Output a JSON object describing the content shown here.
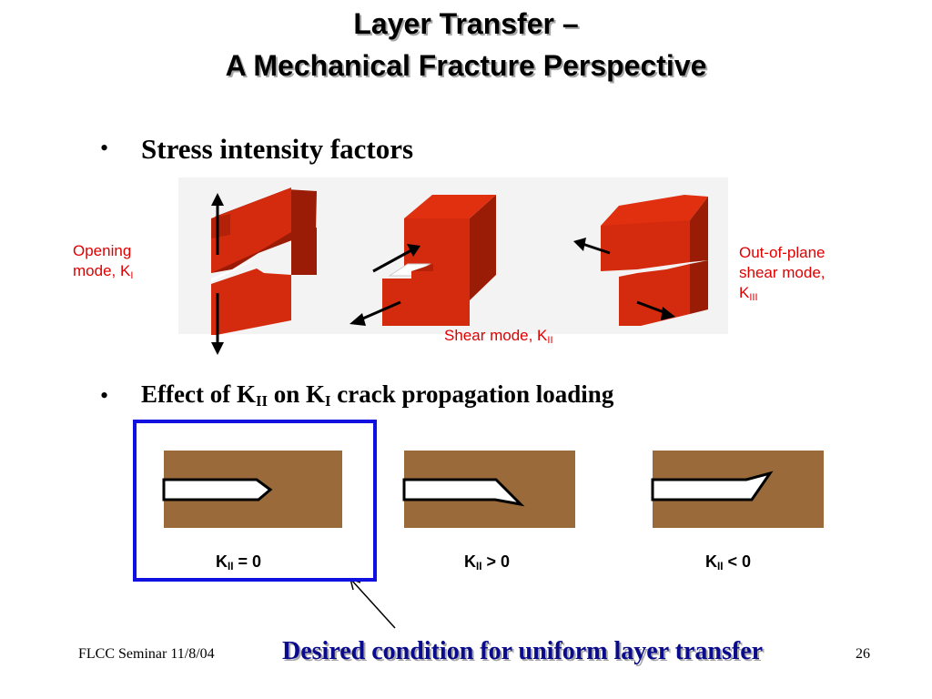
{
  "title": {
    "line1": "Layer Transfer –",
    "line2": "A Mechanical Fracture Perspective"
  },
  "bullet1": {
    "text": "Stress intensity factors"
  },
  "modes": {
    "opening": {
      "line1": "Opening",
      "line2_main": "mode, K",
      "line2_sub": "I"
    },
    "shear": {
      "main": "Shear mode, K",
      "sub": "II"
    },
    "out_of_plane": {
      "line1": "Out-of-plane",
      "line2": "shear mode,",
      "line3_main": "K",
      "line3_sub": "III"
    }
  },
  "bullet2": {
    "part1": "Effect of K",
    "sub1": "II",
    "part2": " on K",
    "sub2": "I",
    "part3": " crack propagation loading"
  },
  "crack_cases": [
    {
      "k": "K",
      "sub": "II",
      "rel": " = 0"
    },
    {
      "k": "K",
      "sub": "II",
      "rel": " > 0"
    },
    {
      "k": "K",
      "sub": "II",
      "rel": " < 0"
    }
  ],
  "callout": "Desired condition for uniform layer transfer",
  "footer": {
    "left": "FLCC Seminar 11/8/04",
    "page": "26"
  },
  "colors": {
    "block_red": "#d42a0e",
    "block_dark": "#9a1c06",
    "substrate_brown": "#9b6a3a",
    "label_red": "#e00000",
    "box_blue": "#1010e0",
    "callout_blue": "#0a0a8c"
  }
}
